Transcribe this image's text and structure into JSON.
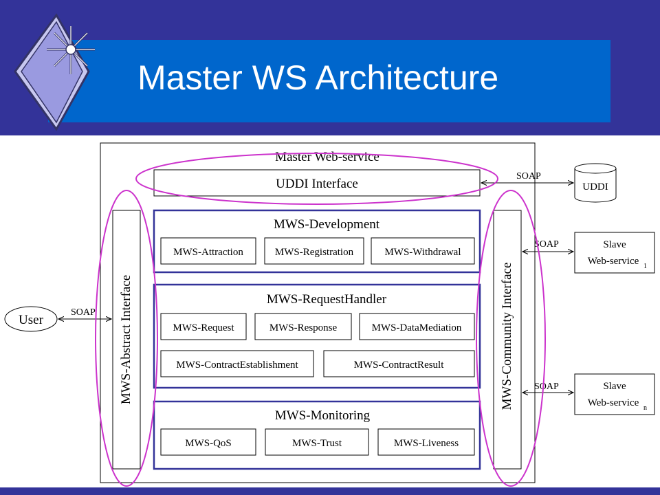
{
  "slide": {
    "title": "Master WS Architecture"
  },
  "colors": {
    "background": "#333399",
    "title_band": "#0066cc",
    "module_border": "#333399",
    "highlight": "#cc33cc"
  },
  "diagram": {
    "master": "Master Web-service",
    "uddi_interface": "UDDI Interface",
    "abstract_interface": "MWS-Abstract Interface",
    "community_interface": "MWS-Community Interface",
    "user": "User",
    "uddi": "UDDI",
    "protocol": "SOAP",
    "slave1": {
      "line1": "Slave",
      "line2": "Web-service",
      "sub": "1"
    },
    "slaven": {
      "line1": "Slave",
      "line2": "Web-service",
      "sub": "n"
    },
    "development": {
      "title": "MWS-Development",
      "items": [
        "MWS-Attraction",
        "MWS-Registration",
        "MWS-Withdrawal"
      ]
    },
    "request_handler": {
      "title": "MWS-RequestHandler",
      "items": [
        "MWS-Request",
        "MWS-Response",
        "MWS-DataMediation",
        "MWS-ContractEstablishment",
        "MWS-ContractResult"
      ]
    },
    "monitoring": {
      "title": "MWS-Monitoring",
      "items": [
        "MWS-QoS",
        "MWS-Trust",
        "MWS-Liveness"
      ]
    }
  }
}
